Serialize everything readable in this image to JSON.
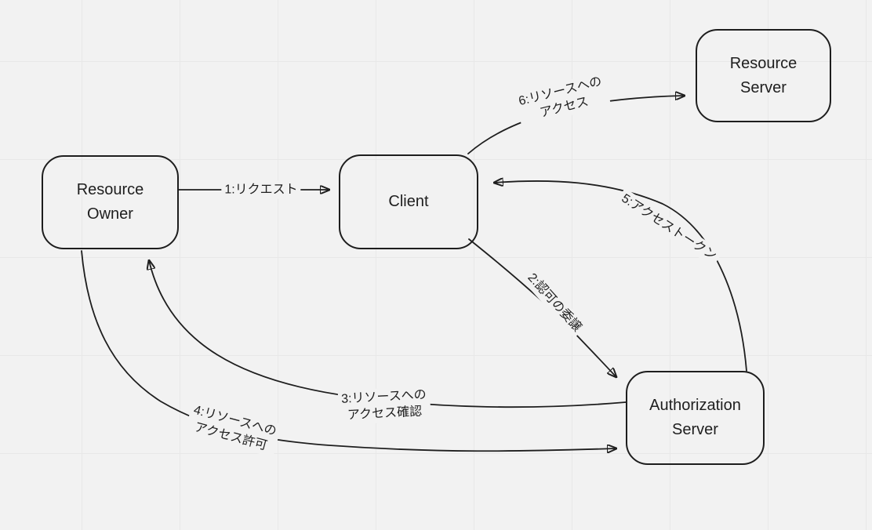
{
  "canvas": {
    "background_color": "#f2f2f2",
    "grid_color": "#e8e8e8",
    "stroke_color": "#1e1e1e"
  },
  "nodes": {
    "resource_owner": {
      "line1": "Resource",
      "line2": "Owner"
    },
    "client": {
      "label": "Client"
    },
    "resource_server": {
      "line1": "Resource",
      "line2": "Server"
    },
    "authorization_server": {
      "line1": "Authorization",
      "line2": "Server"
    }
  },
  "edges": {
    "e1": {
      "from": "resource_owner",
      "to": "client",
      "label": "1:リクエスト"
    },
    "e2": {
      "from": "client",
      "to": "authorization_server",
      "label": "2:認可の委譲"
    },
    "e3": {
      "from": "authorization_server",
      "to": "resource_owner",
      "label1": "3:リソースへの",
      "label2": "アクセス確認"
    },
    "e4": {
      "from": "resource_owner",
      "to": "authorization_server",
      "label1": "4:リソースへの",
      "label2": "アクセス許可"
    },
    "e5": {
      "from": "authorization_server",
      "to": "client",
      "label": "5:アクセストークン"
    },
    "e6": {
      "from": "client",
      "to": "resource_server",
      "label1": "6:リソースへの",
      "label2": "アクセス"
    }
  }
}
